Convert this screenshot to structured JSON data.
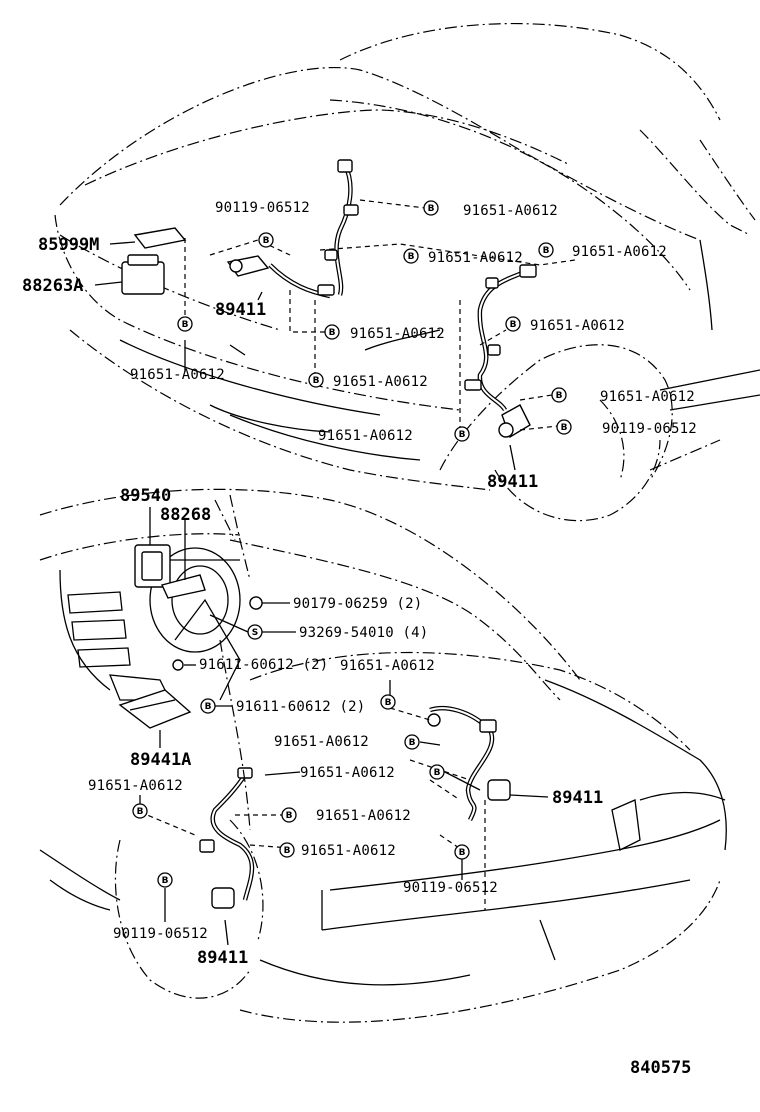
{
  "drawing_number": "840575",
  "front_labels": {
    "p85999m": "85999M",
    "p88263a": "88263A",
    "p90119_top": "90119-06512",
    "p89411_fl": "89411",
    "p91651_left": "91651-A0612",
    "p91651_c1": "91651-A0612",
    "p91651_c2": "91651-A0612",
    "p91651_c3": "91651-A0612",
    "p91651_c4": "91651-A0612",
    "p91651_r1": "91651-A0612",
    "p91651_r2": "91651-A0612",
    "p91651_r3": "91651-A0612",
    "p91651_r4": "91651-A0612",
    "p90119_r": "90119-06512",
    "p89411_fr": "89411"
  },
  "rear_labels": {
    "p89540": "89540",
    "p88268": "88268",
    "p90179": "90179-06259 (2)",
    "p93269": "93269-54010 (4)",
    "p91611a": "91611-60612 (2)",
    "p91611b": "91611-60612 (2)",
    "p89441a": "89441A",
    "p91651_rc": "91651-A0612",
    "p91651_rm": "91651-A0612",
    "p91651_l1": "91651-A0612",
    "p91651_l2": "91651-A0612",
    "p91651_l3": "91651-A0612",
    "p91651_l4": "91651-A0612",
    "p89411_rr": "89411",
    "p90119_rl": "90119-06512",
    "p90119_rr": "90119-06512",
    "p89411_rl": "89411"
  },
  "symbols": {
    "bolt": "B",
    "screw": "S"
  }
}
